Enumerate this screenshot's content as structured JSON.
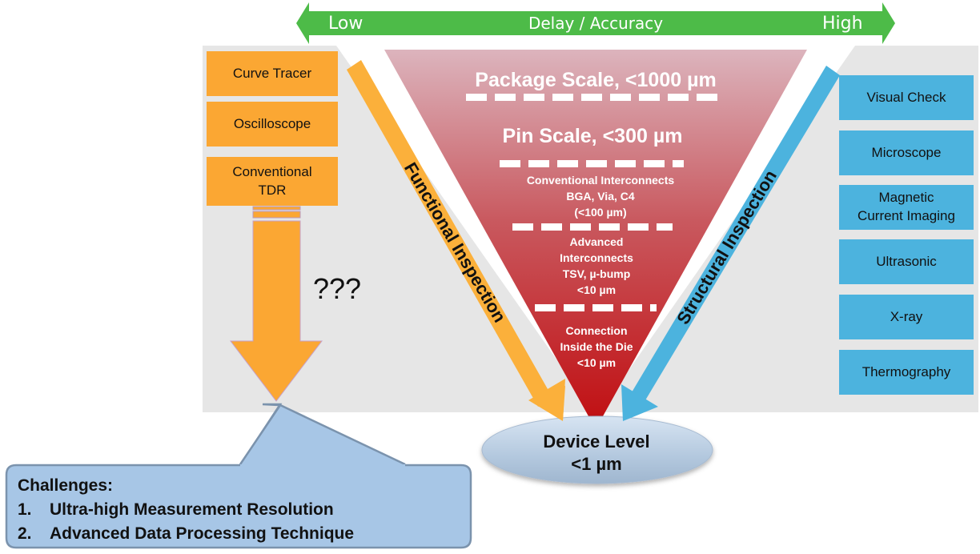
{
  "scale_bar": {
    "low_label": "Low",
    "center_label": "Delay / Accuracy",
    "high_label": "High",
    "color": "#4dbb48"
  },
  "functional_tools": {
    "color": "#fba733",
    "items": [
      {
        "label": "Curve Tracer"
      },
      {
        "label": "Oscilloscope"
      },
      {
        "label": "Conventional\nTDR"
      }
    ],
    "unknown_label": "???"
  },
  "structural_tools": {
    "color": "#4cb3de",
    "items": [
      {
        "label": "Visual Check"
      },
      {
        "label": "Microscope"
      },
      {
        "label": "Magnetic\nCurrent Imaging"
      },
      {
        "label": "Ultrasonic"
      },
      {
        "label": "X-ray"
      },
      {
        "label": "Thermography"
      }
    ]
  },
  "funnel": {
    "color_top": "#dcb2bb",
    "color_bottom": "#c00f12",
    "levels": [
      {
        "title": "Package Scale, <1000 µm"
      },
      {
        "title": "Pin Scale, <300 µm"
      },
      {
        "line1": "Conventional  Interconnects",
        "line2": "BGA, Via, C4",
        "line3": "(<100 µm)"
      },
      {
        "line1": "Advanced",
        "line2": "Interconnects",
        "line3": "TSV, µ-bump",
        "line4": "<10 µm"
      },
      {
        "line1": "Connection",
        "line2": "Inside the Die",
        "line3": "<10 µm"
      }
    ]
  },
  "inspection_arrows": {
    "functional_label": "Functional Inspection",
    "functional_color": "#fbb03b",
    "structural_label": "Structural Inspection",
    "structural_color": "#4cb3de"
  },
  "device_level": {
    "line1": "Device Level",
    "line2": "<1 µm"
  },
  "challenges": {
    "title": "Challenges:",
    "items": [
      {
        "num": "1.",
        "text": "Ultra-high Measurement Resolution"
      },
      {
        "num": "2.",
        "text": "Advanced Data Processing Technique"
      }
    ],
    "color": "#a7c6e6"
  }
}
